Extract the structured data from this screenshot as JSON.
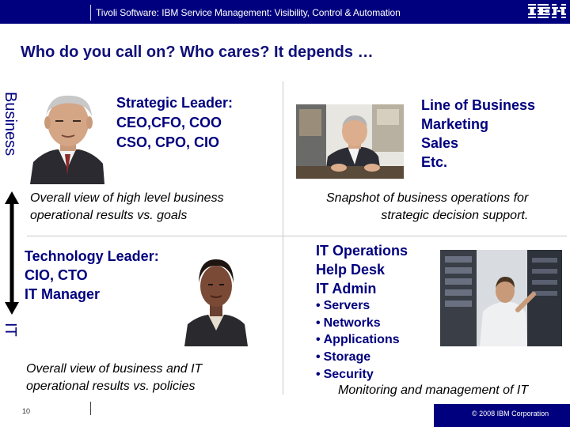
{
  "header": {
    "title": "Tivoli Software:  IBM Service Management:  Visibility, Control & Automation",
    "logo_text": "IBM",
    "bg_color": "#00007e"
  },
  "slide": {
    "title": "Who do you call on? Who cares? It depends …",
    "title_color": "#10107a"
  },
  "axis": {
    "top_label": "Business",
    "bottom_label": "IT"
  },
  "quadrants": {
    "strategic": {
      "role_lines": [
        "Strategic Leader:",
        "CEO,CFO, COO",
        "CSO, CPO, CIO"
      ],
      "description_lines": [
        "Overall view of high level business",
        "operational results vs. goals"
      ]
    },
    "line_of_business": {
      "role_lines": [
        "Line of Business",
        "Marketing",
        "Sales",
        "Etc."
      ],
      "description_lines": [
        "Snapshot of business operations for",
        "strategic decision support."
      ]
    },
    "technology": {
      "role_lines": [
        "Technology Leader:",
        "CIO, CTO",
        "IT Manager"
      ],
      "description_lines": [
        "Overall view of business and IT",
        "operational results vs. policies"
      ]
    },
    "it_operations": {
      "role_lines": [
        "IT Operations",
        "Help Desk",
        "IT Admin"
      ],
      "bullets": [
        "Servers",
        "Networks",
        "Applications",
        "Storage",
        "Security"
      ],
      "description": "Monitoring and management of IT"
    }
  },
  "footer": {
    "page_number": "10",
    "copyright": "© 2008 IBM Corporation"
  }
}
